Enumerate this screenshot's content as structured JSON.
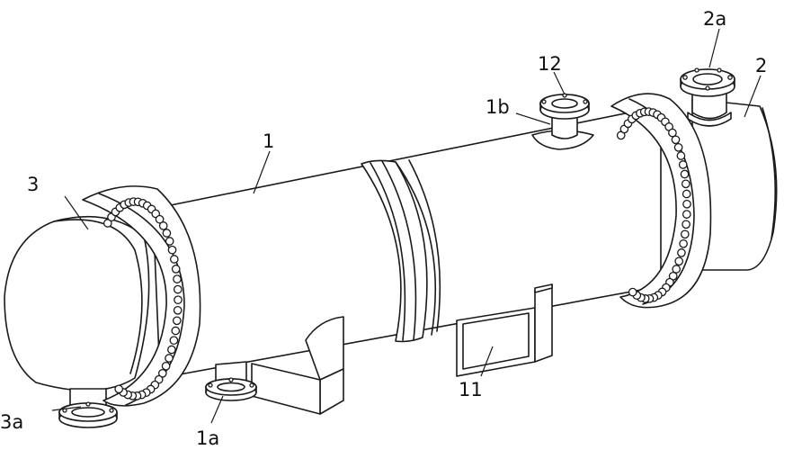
{
  "labels": {
    "l1": "1",
    "l1a": "1a",
    "l1b": "1b",
    "l2": "2",
    "l2a": "2a",
    "l3": "3",
    "l3a": "3a",
    "l11": "11",
    "l12": "12"
  }
}
